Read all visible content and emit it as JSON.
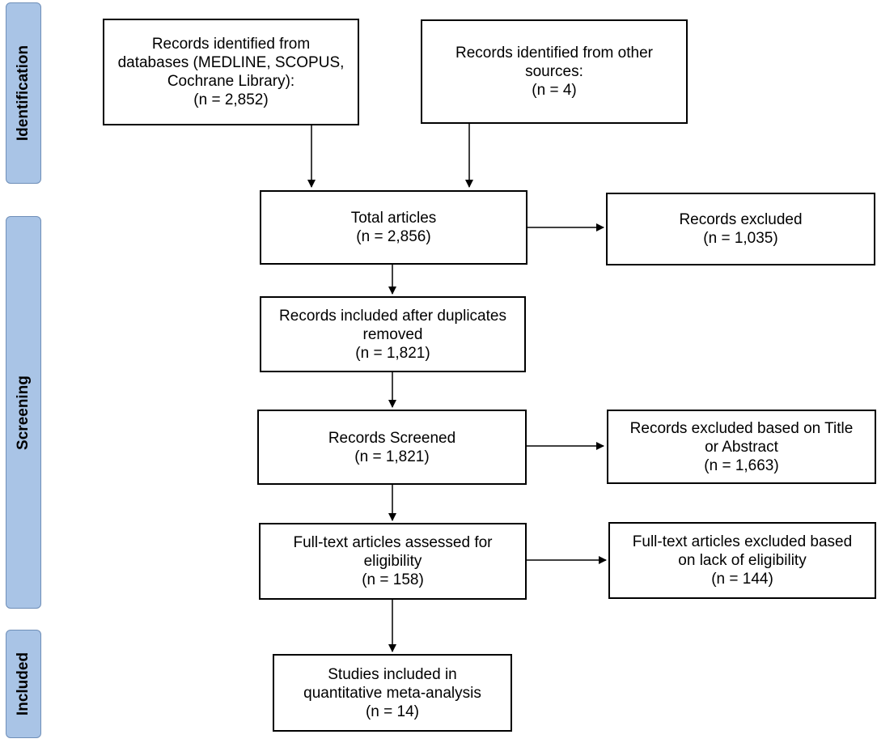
{
  "phases": {
    "identification": "Identification",
    "screening": "Screening",
    "included": "Included"
  },
  "boxes": {
    "databases": {
      "line1": "Records identified from",
      "line2": "databases (MEDLINE, SCOPUS,",
      "line3": "Cochrane Library):",
      "count": "(n = 2,852)"
    },
    "other_sources": {
      "line1": "Records identified from other",
      "line2": "sources:",
      "count": "(n = 4)"
    },
    "total": {
      "line1": "Total articles",
      "count": "(n = 2,856)"
    },
    "excluded1": {
      "line1": "Records excluded",
      "count": "(n = 1,035)"
    },
    "after_duplicates": {
      "line1": "Records included after duplicates",
      "line2": "removed",
      "count": "(n = 1,821)"
    },
    "screened": {
      "line1": "Records Screened",
      "count": "(n = 1,821)"
    },
    "excluded_title": {
      "line1": "Records excluded based on Title",
      "line2": "or Abstract",
      "count": "(n = 1,663)"
    },
    "fulltext": {
      "line1": "Full-text articles assessed for",
      "line2": "eligibility",
      "count": "(n = 158)"
    },
    "fulltext_excluded": {
      "line1": "Full-text articles excluded based",
      "line2": "on lack of eligibility",
      "count": "(n = 144)"
    },
    "included": {
      "line1": "Studies included in",
      "line2": "quantitative meta-analysis",
      "count": "(n = 14)"
    }
  }
}
